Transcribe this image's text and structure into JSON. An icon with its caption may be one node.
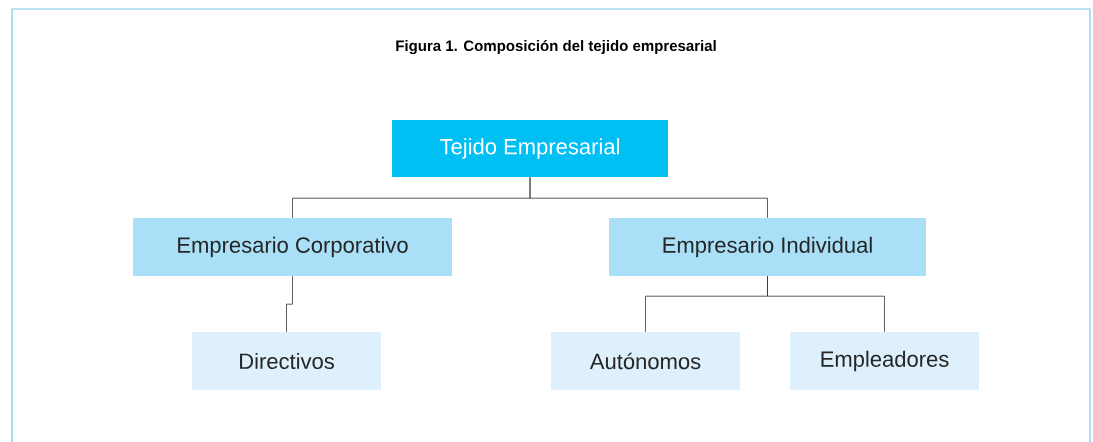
{
  "diagram": {
    "title": "Figura 1. Composición del tejido empresarial",
    "nodes": [
      {
        "text": [
          "Tejido Empresarial"
        ]
      },
      {
        "text": [
          "Empresario Corporativo"
        ]
      },
      {
        "text": [
          "Empresario Individual"
        ]
      },
      {
        "text": [
          "Directivos"
        ]
      },
      {
        "text": [
          "Autónomos"
        ]
      },
      {
        "text": [
          "Empleadores"
        ]
      }
    ],
    "edges": [
      {
        "from": 0,
        "to": 1,
        "arrow": "none"
      },
      {
        "from": 0,
        "to": 2,
        "arrow": "none"
      },
      {
        "from": 1,
        "to": 3,
        "arrow": "none"
      },
      {
        "from": 2,
        "to": 4,
        "arrow": "none"
      },
      {
        "from": 2,
        "to": 5,
        "arrow": "none"
      }
    ]
  }
}
